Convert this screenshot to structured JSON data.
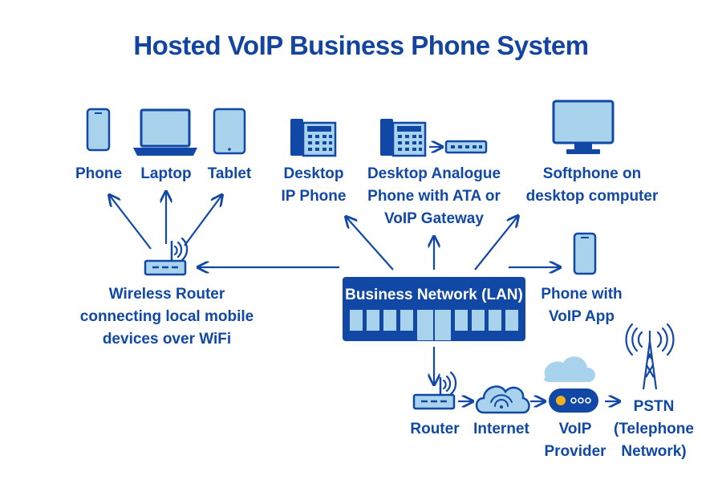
{
  "title": "Hosted VoIP Business Phone System",
  "nodes": {
    "phone": "Phone",
    "laptop": "Laptop",
    "tablet": "Tablet",
    "desktop_ip_phone": "Desktop\nIP Phone",
    "desktop_analogue": "Desktop Analogue\nPhone with ATA or\nVoIP Gateway",
    "softphone": "Softphone on\ndesktop computer",
    "wireless_router": "Wireless Router\nconnecting local mobile\ndevices over WiFi",
    "business_network": "Business Network (LAN)",
    "phone_voip_app": "Phone with\nVoIP App",
    "router": "Router",
    "internet": "Internet",
    "voip_provider": "VoIP\nProvider",
    "pstn": "PSTN\n(Telephone\nNetwork)"
  },
  "colors": {
    "dark": "#1148a6",
    "light": "#a9d2ec",
    "white": "#ffffff"
  }
}
